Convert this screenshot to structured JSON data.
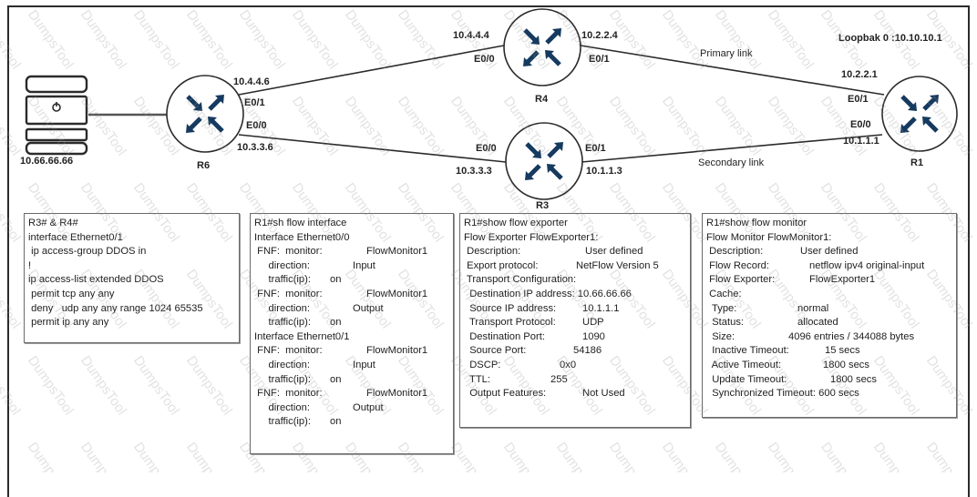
{
  "topology": {
    "server": {
      "name": "server",
      "ip": "10.66.66.66"
    },
    "routers": [
      {
        "id": "R6",
        "label": "R6"
      },
      {
        "id": "R4",
        "label": "R4"
      },
      {
        "id": "R3",
        "label": "R3"
      },
      {
        "id": "R1",
        "label": "R1",
        "loopback": "Loopbak 0 :10.10.10.1"
      }
    ],
    "interfaces": {
      "r6_e01_ip": "10.4.4.6",
      "r6_e01": "E0/1",
      "r6_e00": "E0/0",
      "r6_e00_ip": "10.3.3.6",
      "r4_e00_ip": "10.4.4.4",
      "r4_e00": "E0/0",
      "r4_e01_ip": "10.2.2.4",
      "r4_e01": "E0/1",
      "r3_e00": "E0/0",
      "r3_e00_ip": "10.3.3.3",
      "r3_e01": "E0/1",
      "r3_e01_ip": "10.1.1.3",
      "r1_e01_ip": "10.2.2.1",
      "r1_e01": "E0/1",
      "r1_e00": "E0/0",
      "r1_e00_ip": "10.1.1.1"
    },
    "links": {
      "primary": "Primary  link",
      "secondary": "Secondary  link"
    }
  },
  "acl_box": {
    "lines": [
      "R3# & R4#",
      "interface Ethernet0/1",
      " ip access-group DDOS in",
      "!",
      "ip access-list extended DDOS",
      " permit tcp any any",
      " deny   udp any any range 1024 65535",
      " permit ip any any"
    ]
  },
  "flow_interface_box": {
    "rows": [
      {
        "k": "R1#sh flow interface",
        "v": ""
      },
      {
        "k": "Interface Ethernet0/0",
        "v": ""
      },
      {
        "k": " FNF:  monitor:",
        "v": "FlowMonitor1"
      },
      {
        "k": "     direction:",
        "v": "Input"
      },
      {
        "k": "     traffic(ip):",
        "v": "on"
      },
      {
        "k": " FNF:  monitor:",
        "v": "FlowMonitor1"
      },
      {
        "k": "     direction:",
        "v": "Output"
      },
      {
        "k": "     traffic(ip):",
        "v": "on"
      },
      {
        "k": "Interface Ethernet0/1",
        "v": ""
      },
      {
        "k": " FNF:  monitor:",
        "v": "FlowMonitor1"
      },
      {
        "k": "     direction:",
        "v": "Input"
      },
      {
        "k": "     traffic(ip):",
        "v": "on"
      },
      {
        "k": " FNF:  monitor:",
        "v": "FlowMonitor1"
      },
      {
        "k": "     direction:",
        "v": "Output"
      },
      {
        "k": "     traffic(ip):",
        "v": "on"
      }
    ]
  },
  "flow_exporter_box": {
    "rows": [
      {
        "k": "R1#show flow exporter",
        "v": ""
      },
      {
        "k": "Flow Exporter FlowExporter1:",
        "v": ""
      },
      {
        "k": " Description:",
        "v": "User defined"
      },
      {
        "k": " Export protocol:",
        "v": "NetFlow Version 5"
      },
      {
        "k": " Transport Configuration:",
        "v": ""
      },
      {
        "k": "  Destination IP address: 10.66.66.66",
        "v": ""
      },
      {
        "k": "  Source IP address:",
        "v": "10.1.1.1"
      },
      {
        "k": "  Transport Protocol:",
        "v": "UDP"
      },
      {
        "k": "  Destination Port:",
        "v": "1090"
      },
      {
        "k": "  Source Port:",
        "v": "54186"
      },
      {
        "k": "  DSCP:",
        "v": "0x0"
      },
      {
        "k": "  TTL:",
        "v": "255"
      },
      {
        "k": "  Output Features:",
        "v": "Not Used"
      }
    ]
  },
  "flow_monitor_box": {
    "rows": [
      {
        "k": "R1#show flow monitor",
        "v": ""
      },
      {
        "k": "Flow Monitor FlowMonitor1:",
        "v": ""
      },
      {
        "k": " Description:",
        "v": "User defined"
      },
      {
        "k": " Flow Record:",
        "v": "netflow ipv4 original-input"
      },
      {
        "k": " Flow Exporter:",
        "v": "FlowExporter1"
      },
      {
        "k": " Cache:",
        "v": ""
      },
      {
        "k": "  Type:",
        "v": "normal"
      },
      {
        "k": "  Status:",
        "v": "allocated"
      },
      {
        "k": "  Size:",
        "v": "4096 entries / 344088 bytes"
      },
      {
        "k": "  Inactive Timeout:",
        "v": "15 secs"
      },
      {
        "k": "  Active Timeout:",
        "v": "1800 secs"
      },
      {
        "k": "  Update Timeout:",
        "v": "1800 secs"
      },
      {
        "k": "  Synchronized Timeout: 600 secs",
        "v": ""
      }
    ]
  },
  "watermark": "DumpsTool",
  "colors": {
    "router_arrow": "#163a5f",
    "line": "#2b2b2b"
  }
}
